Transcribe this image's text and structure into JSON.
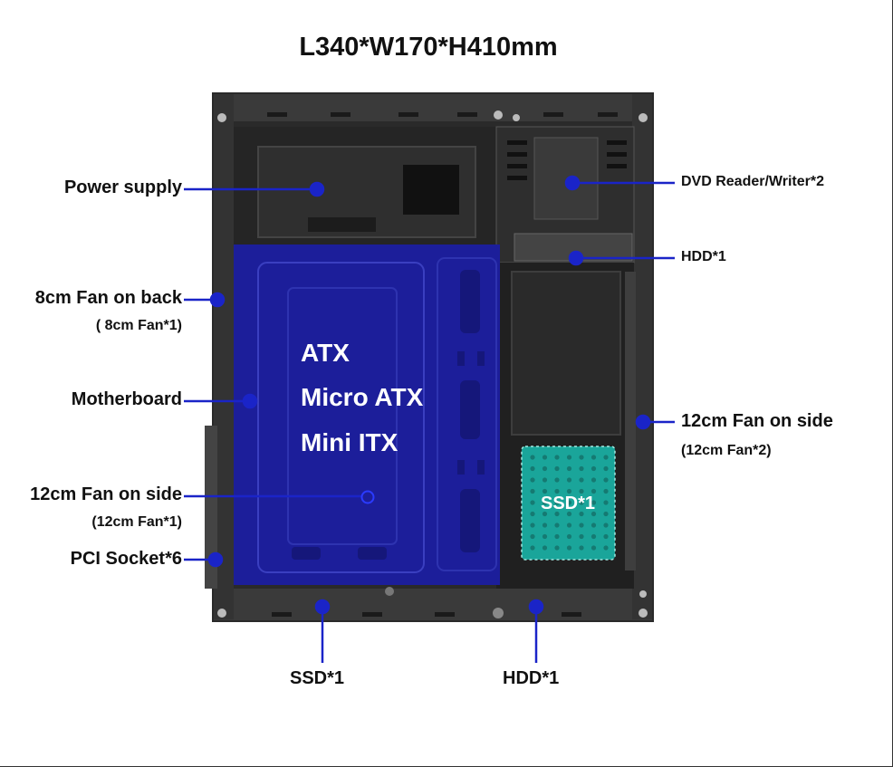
{
  "title": "L340*W170*H410mm",
  "labels": {
    "power_supply": "Power supply",
    "fan_back": "8cm Fan on back",
    "fan_back_sub": "( 8cm Fan*1)",
    "motherboard": "Motherboard",
    "fan_side_left": "12cm Fan on side",
    "fan_side_left_sub": "(12cm Fan*1)",
    "pci": "PCI Socket*6",
    "ssd_bottom": "SSD*1",
    "hdd_bottom": "HDD*1",
    "dvd": "DVD Reader/Writer*2",
    "hdd_top": "HDD*1",
    "fan_side_right": "12cm Fan on side",
    "fan_side_right_sub": "(12cm Fan*2)"
  },
  "board_formats": [
    "ATX",
    "Micro ATX",
    "Mini ITX"
  ],
  "ssd_inner": "SSD*1",
  "colors": {
    "pointer": "#1a24c8",
    "board_overlay": "#1c1e9a",
    "ssd_overlay": "#1aa59a",
    "case_dark": "#1e1e1e",
    "case_mid": "#3a3a3a"
  }
}
